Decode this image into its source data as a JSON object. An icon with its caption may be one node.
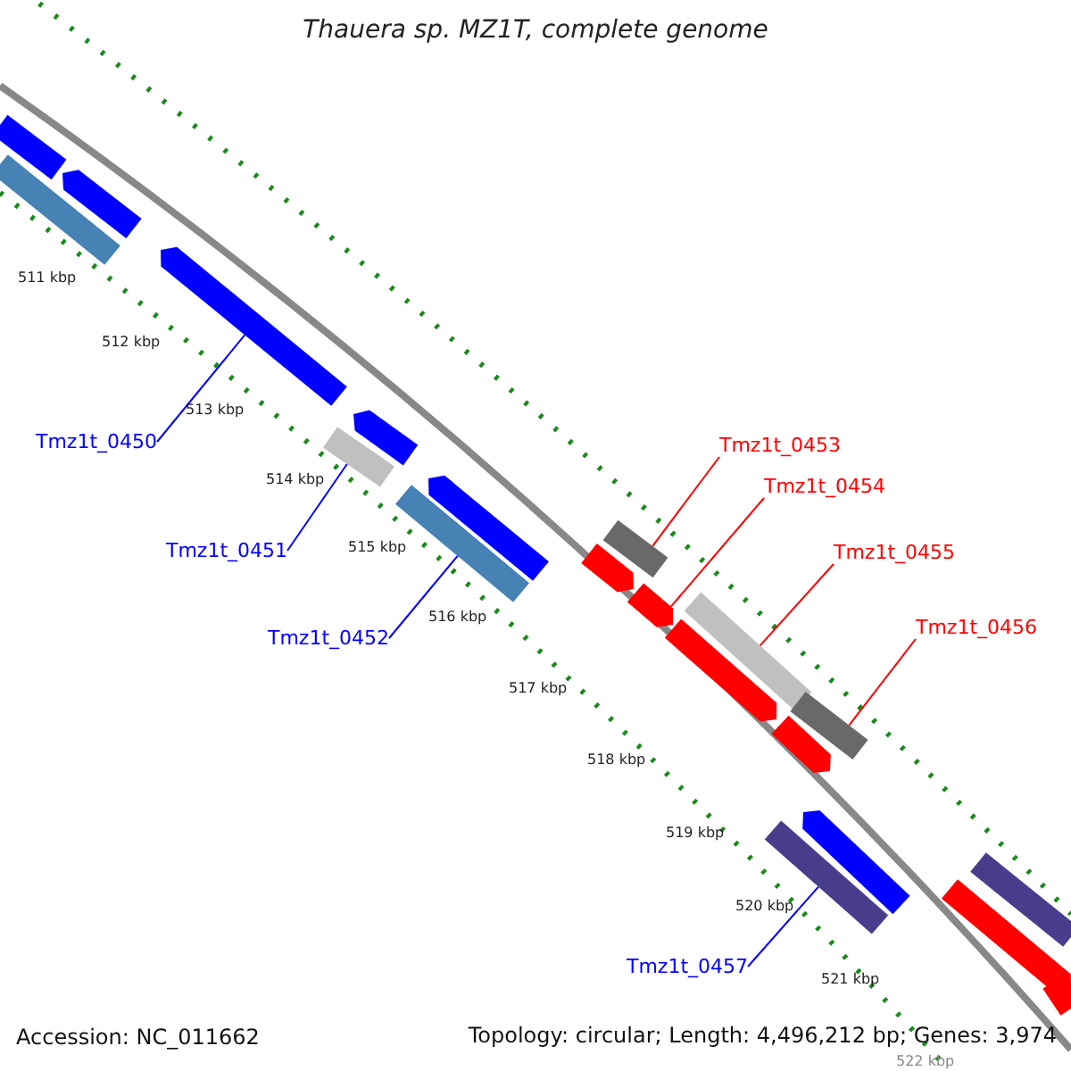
{
  "diagram": {
    "title": "Thauera sp. MZ1T, complete genome",
    "nodes": [
      {
        "text": [
          "Tmz1t_0450"
        ]
      },
      {
        "text": [
          "Tmz1t_0451"
        ]
      },
      {
        "text": [
          "Tmz1t_0452"
        ]
      },
      {
        "text": [
          "Tmz1t_0453"
        ]
      },
      {
        "text": [
          "Tmz1t_0454"
        ]
      },
      {
        "text": [
          "Tmz1t_0455"
        ]
      },
      {
        "text": [
          "Tmz1t_0456"
        ]
      },
      {
        "text": [
          "Tmz1t_0457"
        ]
      },
      {
        "text": [],
        "shape": "bar"
      },
      {
        "text": [],
        "shape": "bar"
      },
      {
        "text": [],
        "shape": "bar"
      },
      {
        "text": [],
        "shape": "bar"
      },
      {
        "text": [],
        "shape": "bar"
      },
      {
        "text": [],
        "shape": "bar"
      },
      {
        "text": [],
        "shape": "bar"
      },
      {
        "text": [],
        "shape": "bar"
      },
      {
        "text": [],
        "shape": "bar"
      },
      {
        "text": [],
        "shape": "bar"
      },
      {
        "text": [],
        "shape": "bar"
      },
      {
        "text": [],
        "shape": "bar"
      },
      {
        "text": [],
        "shape": "bar"
      },
      {
        "text": [],
        "shape": "bar"
      },
      {
        "text": [],
        "shape": "bar"
      },
      {
        "text": [],
        "shape": "bar"
      },
      {
        "text": [],
        "shape": "bar"
      },
      {
        "text": [],
        "shape": "bar"
      },
      {
        "text": [],
        "shape": "bar"
      },
      {
        "text": [],
        "shape": "bar"
      }
    ],
    "edges": [
      {
        "from": 0,
        "to": 11,
        "arrow": "none"
      },
      {
        "from": 1,
        "to": 13,
        "arrow": "none"
      },
      {
        "from": 2,
        "to": 15,
        "arrow": "none"
      },
      {
        "from": 3,
        "to": 16,
        "arrow": "none",
        "color": "#ff0000"
      },
      {
        "from": 4,
        "to": 18,
        "arrow": "none",
        "color": "#ff0000"
      },
      {
        "from": 5,
        "to": 19,
        "arrow": "none",
        "color": "#ff0000"
      },
      {
        "from": 6,
        "to": 21,
        "arrow": "none",
        "color": "#ff0000"
      },
      {
        "from": 7,
        "to": 24,
        "arrow": "none"
      }
    ],
    "labels": [
      "511 kbp",
      "512 kbp",
      "513 kbp",
      "514 kbp",
      "515 kbp",
      "516 kbp",
      "517 kbp",
      "518 kbp",
      "519 kbp",
      "520 kbp",
      "521 kbp",
      "522 kbp",
      "Accession: NC_011662",
      "Topology: circular; Length: 4,496,212 bp; Genes: 3,974"
    ]
  }
}
